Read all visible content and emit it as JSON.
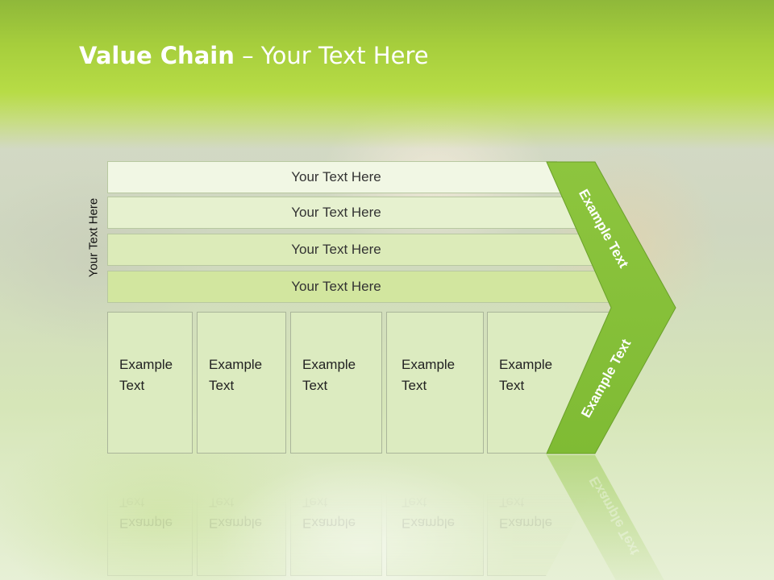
{
  "slide": {
    "title_bold": "Value Chain",
    "title_rest": " – Your Text Here",
    "vertical_label": "Your Text Here",
    "bars": [
      "Your Text Here",
      "Your Text Here",
      "Your Text Here",
      "Your Text Here"
    ],
    "boxes": [
      {
        "line1": "Example",
        "line2": "Text"
      },
      {
        "line1": "Example",
        "line2": "Text"
      },
      {
        "line1": "Example",
        "line2": "Text"
      },
      {
        "line1": "Example",
        "line2": "Text"
      },
      {
        "line1": "Example",
        "line2": "Text"
      }
    ],
    "chevron_top": "Example Text",
    "chevron_bottom": "Example Text",
    "colors": {
      "header": "#a6ce3c",
      "chevron": "#8cc63f"
    }
  }
}
